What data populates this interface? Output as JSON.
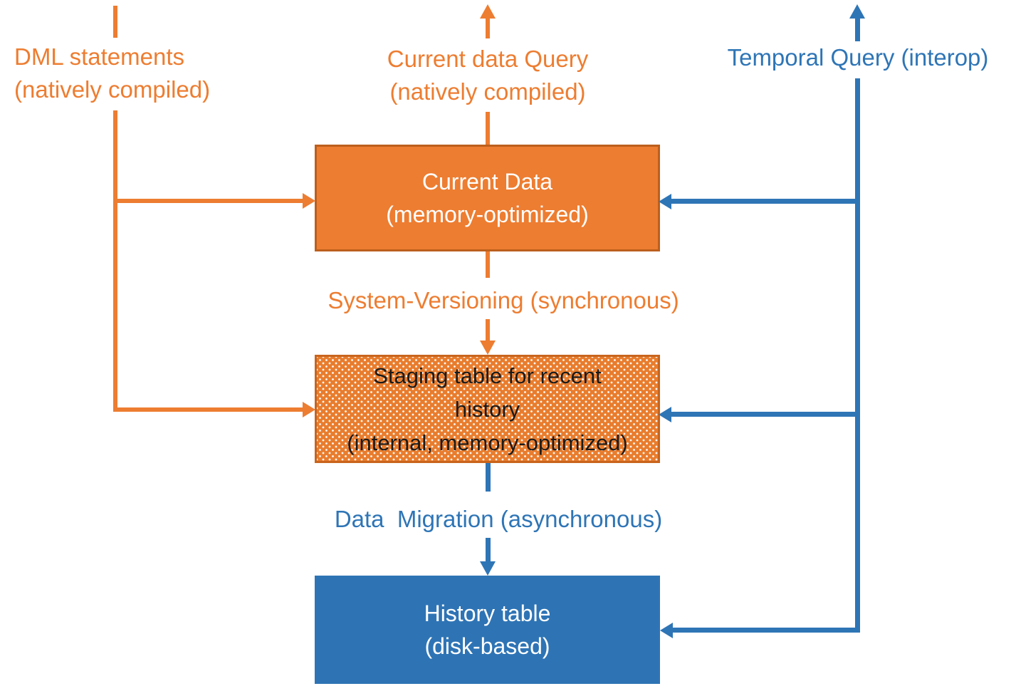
{
  "diagram": {
    "description": "Temporal table architecture with memory-optimized tables",
    "labels": {
      "dml": "DML statements\n(natively compiled)",
      "current_query": "Current data Query\n(natively compiled)",
      "temporal_query": "Temporal Query (interop)",
      "system_versioning": "System-Versioning (synchronous)",
      "data_migration": "Data  Migration (asynchronous)"
    },
    "boxes": {
      "current": {
        "title": "Current Data\n(memory-optimized)"
      },
      "staging": {
        "title": "Staging table for recent\nhistory\n(internal, memory-optimized)"
      },
      "history": {
        "title": "History table\n(disk-based)"
      }
    },
    "colors": {
      "orange_line": "#ed7d31",
      "orange_fill": "#e87d2e",
      "orange_border": "#bc5f1d",
      "blue_line": "#2e75b6",
      "blue_fill": "#2e74b5",
      "staging_dot": "#ffffff",
      "box_text_light": "#ffffff",
      "staging_text": "#1a1a1a"
    }
  }
}
